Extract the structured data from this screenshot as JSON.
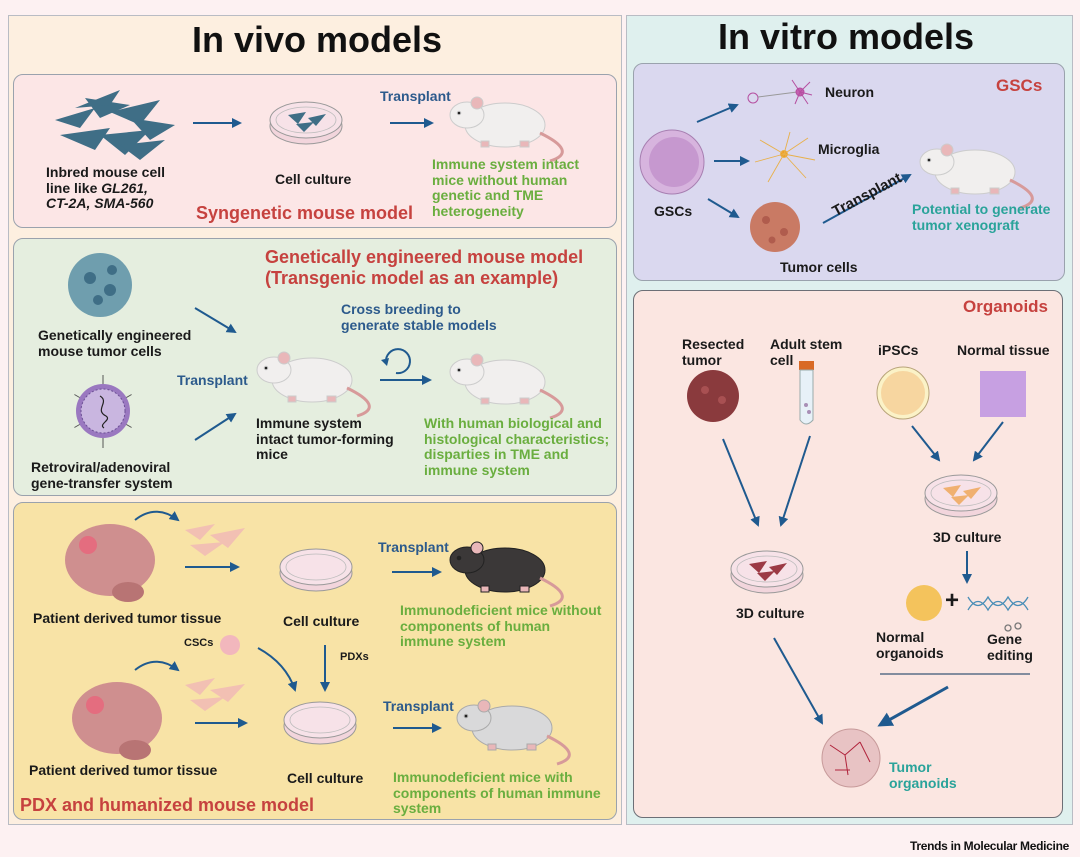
{
  "colors": {
    "page_bg": "#fdf1f2",
    "in_vivo_bg": "#fdefe0",
    "in_vitro_bg": "#dff0ee",
    "syngenetic_bg": "#fce6e6",
    "gemm_bg": "#e5eedf",
    "pdx_bg": "#f8e3a6",
    "gscs_bg": "#dad8ef",
    "organoids_bg": "#fbe6e1",
    "arrow": "#1f5a8f",
    "title_red": "#c6423f",
    "note_green": "#6aae3f",
    "note_teal": "#2aa39a",
    "label_blue": "#2c5a8c"
  },
  "in_vivo": {
    "title": "In vivo models",
    "syngenetic": {
      "title": "Syngenetic mouse model",
      "source_label": [
        "Inbred mouse cell",
        "line like ",
        "GL261,",
        "CT-2A, SMA-560"
      ],
      "culture_label": "Cell culture",
      "transplant_label": "Transplant",
      "note": [
        "Immune system intact",
        "mice without human",
        "genetic and TME",
        "heterogeneity"
      ],
      "icons": [
        "mouse-cells-icon",
        "petri-dish-icon",
        "white-mouse-icon"
      ]
    },
    "gemm": {
      "title": [
        "Genetically engineered mouse model",
        "(Transgenic model as an example)"
      ],
      "tumor_cells_label": [
        "Genetically engineered",
        "mouse tumor cells"
      ],
      "virus_label": [
        "Retroviral/adenoviral",
        "gene-transfer system"
      ],
      "transplant_label": "Transplant",
      "cross_breeding_label": [
        "Cross breeding to",
        "generate stable models"
      ],
      "mice_label": [
        "Immune system",
        "intact tumor-forming",
        "mice"
      ],
      "note": [
        "With human biological and",
        "histological characteristics;",
        "disparties in TME and",
        "immune system"
      ],
      "icons": [
        "tumor-cell-cluster-icon",
        "virus-icon",
        "white-mouse-icon",
        "cycle-arrow-icon"
      ]
    },
    "pdx": {
      "title": "PDX and humanized mouse model",
      "tissue_label_1": "Patient derived tumor tissue",
      "culture_label_1": "Cell culture",
      "transplant_label_1": "Transplant",
      "note_1": [
        "Immunodeficient mice without",
        "components of human",
        "immune system"
      ],
      "cscs_label": "CSCs",
      "pdxs_label": "PDXs",
      "tissue_label_2": "Patient derived tumor tissue",
      "culture_label_2": "Cell culture",
      "transplant_label_2": "Transplant",
      "note_2": [
        "Immunodeficient mice with",
        "components of human immune",
        "system"
      ],
      "icons": [
        "brain-icon",
        "petri-dish-icon",
        "black-mouse-icon",
        "grey-mouse-icon"
      ]
    }
  },
  "in_vitro": {
    "title": "In vitro models",
    "gscs": {
      "title": "GSCs",
      "source_label": "GSCs",
      "neuron_label": "Neuron",
      "microglia_label": "Microglia",
      "tumor_cells_label": "Tumor cells",
      "transplant_label": "Transplant",
      "note": [
        "Potential to generate",
        "tumor xenograft"
      ],
      "icons": [
        "stem-cell-icon",
        "neuron-icon",
        "microglia-icon",
        "tumor-cell-icon",
        "white-mouse-icon"
      ]
    },
    "organoids": {
      "title": "Organoids",
      "resected_label": [
        "Resected",
        "tumor"
      ],
      "adult_stem_label": [
        "Adult stem",
        "cell"
      ],
      "ipscs_label": "iPSCs",
      "normal_tissue_label": "Normal tissue",
      "culture_left_label": "3D culture",
      "culture_right_label": "3D culture",
      "normal_organoids_label": [
        "Normal",
        "organoids"
      ],
      "plus": "+",
      "gene_editing_label": [
        "Gene",
        "editing"
      ],
      "result_label": [
        "Tumor",
        "organoids"
      ],
      "icons": [
        "resected-tumor-icon",
        "test-tube-icon",
        "ipsc-icon",
        "tissue-icon",
        "petri-dish-icon",
        "organoid-icon",
        "dna-scissors-icon",
        "tumor-organoid-icon"
      ]
    }
  },
  "footer": {
    "journal": "Trends in Molecular Medicine"
  }
}
